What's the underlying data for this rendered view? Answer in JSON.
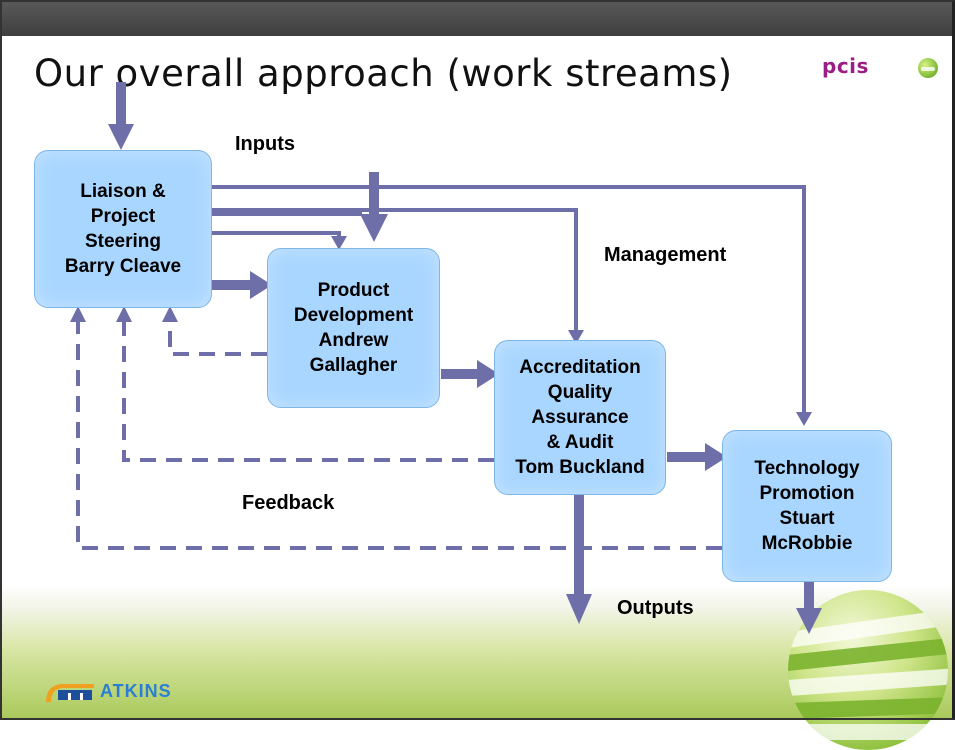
{
  "slide": {
    "title": "Our overall approach (work streams)"
  },
  "logos": {
    "top_right": "pcis",
    "bottom_left": "ATKINS"
  },
  "diagram": {
    "boxes": {
      "liaison": "Liaison &\nProject\nSteering\nBarry Cleave",
      "product": "Product\nDevelopment\nAndrew\nGallagher",
      "accreditation": "Accreditation\nQuality\nAssurance\n& Audit\nTom Buckland",
      "technology": "Technology\nPromotion\nStuart\nMcRobbie"
    },
    "labels": {
      "inputs": "Inputs",
      "management": "Management",
      "feedback": "Feedback",
      "outputs": "Outputs"
    }
  },
  "colors": {
    "box_fill": "#a9d6ff",
    "arrow": "#6e6ea8",
    "top_bar": "#4a4a4a",
    "atkins_blue": "#2a7fd4",
    "pcis_purple": "#9a1e86"
  }
}
